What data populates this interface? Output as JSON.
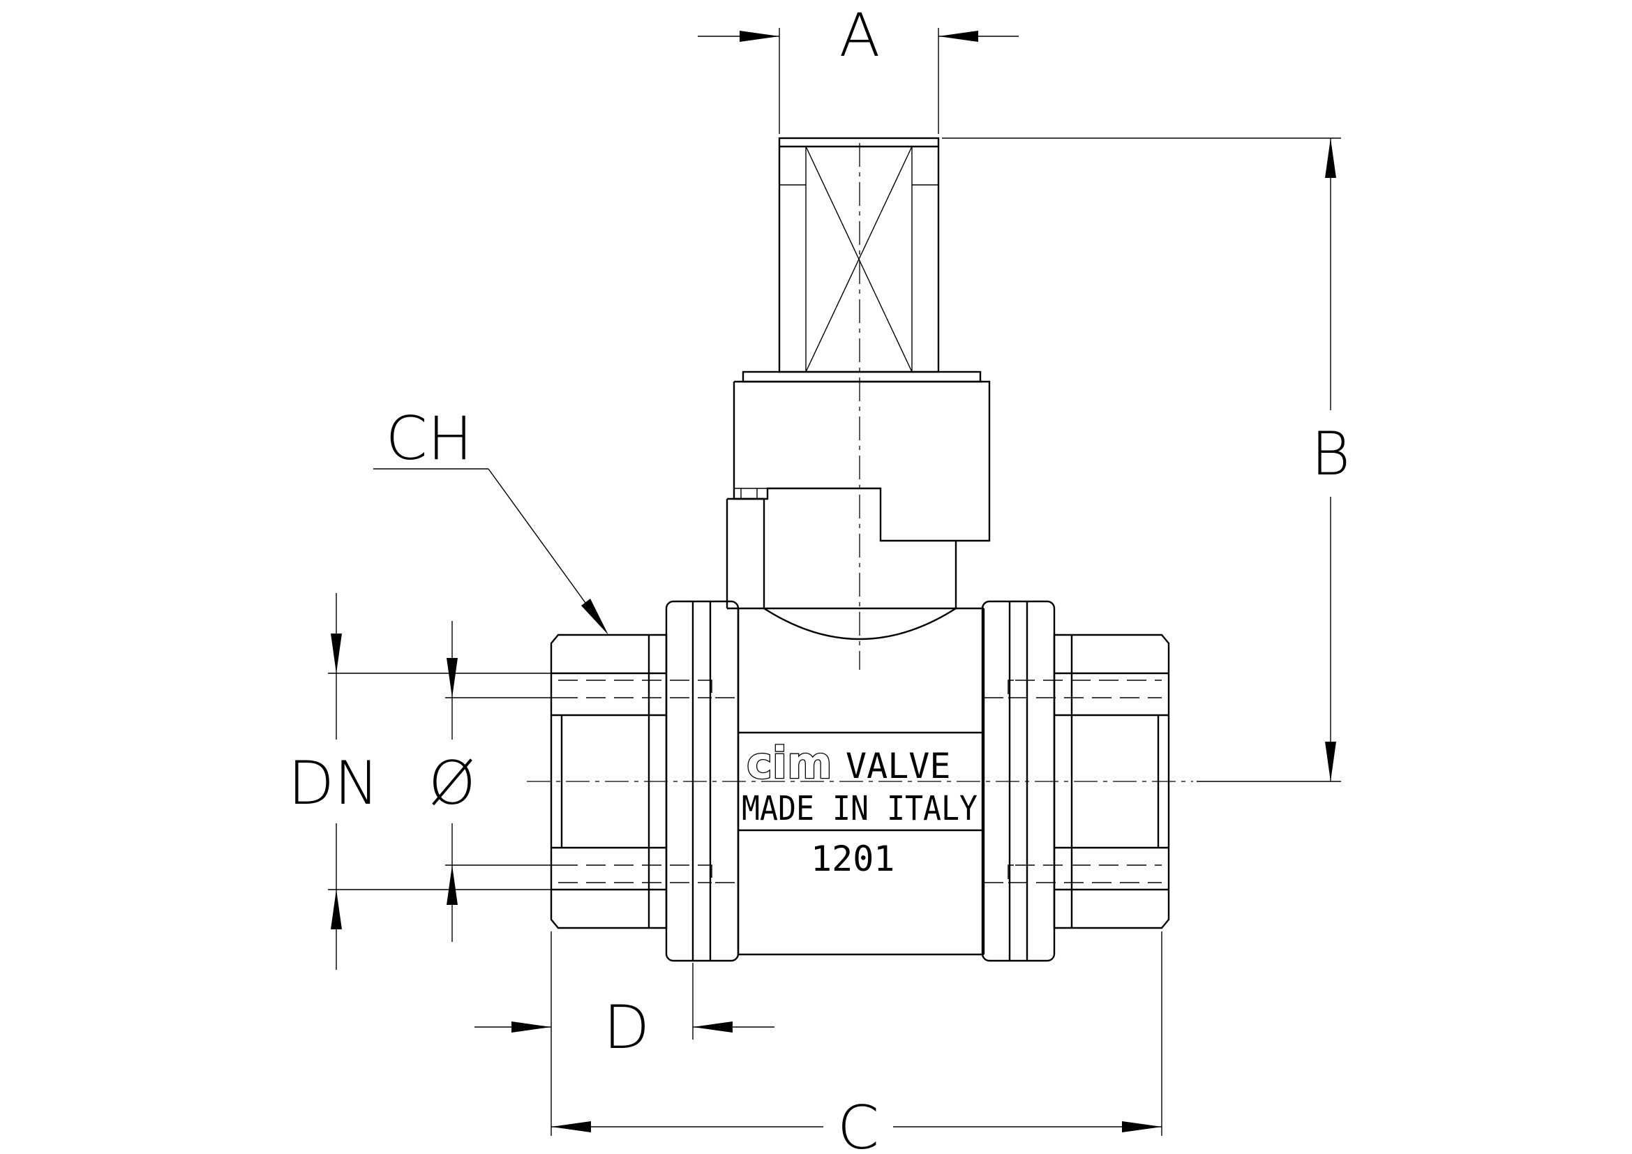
{
  "dimensions": {
    "a": "A",
    "b": "B",
    "c": "C",
    "d": "D",
    "ch": "CH",
    "dn": "DN",
    "diameter": "Ø"
  },
  "body_marking": {
    "brand": "cim",
    "line1": "VALVE",
    "line2": "MADE IN ITALY",
    "code": "1201"
  }
}
